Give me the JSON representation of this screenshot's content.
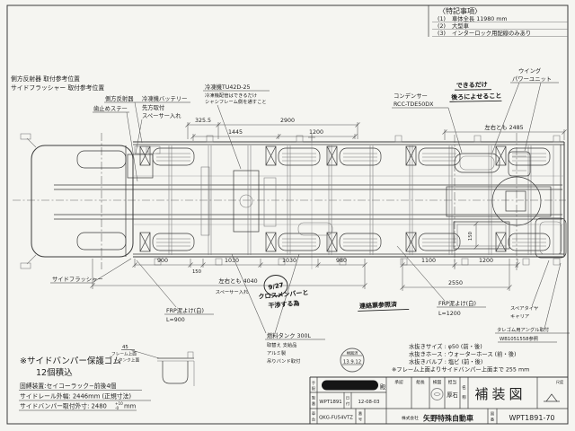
{
  "colors": {
    "paper": "#f5f5f1",
    "ink": "#3a3a3a"
  },
  "notes": {
    "title": "〈特記事項〉",
    "items": [
      {
        "no": "(1)",
        "text": "車体全長 11980 mm"
      },
      {
        "no": "(2)",
        "text": "大型車"
      },
      {
        "no": "(3)",
        "text": "インターロック用配線のみあり"
      }
    ]
  },
  "dims": {
    "d325": "325.5",
    "d2900": "2900",
    "d1445": "1445",
    "d1200t": "1200",
    "d2485": "左右とも 2485",
    "d900": "900",
    "d150": "150",
    "d1030a": "1030",
    "d1030b": "1030",
    "d980": "980",
    "d1100": "1100",
    "d1200b": "1200",
    "d4040": "左右とも 4040",
    "d4040sub": "スペーサー入れ",
    "d2550": "2550",
    "d150v": "150"
  },
  "callouts": {
    "refl_ref1": "側方反射器 取付参考位置",
    "refl_ref2": "サイドフラッシャー 取付参考位置",
    "reflector": "側方反射器",
    "chock": "歯止めステー",
    "bat1": "冷凍機バッテリー",
    "bat2": "先方取付",
    "bat3": "スペーサー入れ",
    "reefer1": "冷凍機TU42D-25",
    "reefer2": "冷凍機配管はできるだけ",
    "reefer3": "シャシフレーム側を通すこと",
    "cond1": "コンデンサー",
    "cond2": "RCC-TDE50DX",
    "wing1": "ウイング",
    "wing2": "パワーユニット",
    "flasher": "サイドフラッシャー",
    "frp_f1": "FRP泥よけ(白)",
    "frp_f2": "L=900",
    "fuel1": "燃料タンク 300L",
    "fuel2": "取替え 支給品",
    "fuel3": "アルミ製",
    "fuel4": "吊りバンド取付",
    "frp_r1": "FRP泥よけ(白)",
    "frp_r2": "L=1200",
    "spare1": "スペアタイヤ",
    "spare2": "キャリア",
    "angle1": "タレゴム用アングル取付",
    "angle2": "WB1051558参照"
  },
  "hand": {
    "date": "9/27",
    "rear1": "できるだけ",
    "rear2": "後ろによせること",
    "cross1": "クロスメンバーと",
    "cross2": "干渉する為",
    "note": "連絡票参照済"
  },
  "stamp": {
    "top": "検図済",
    "date": "13.9.12"
  },
  "drain": [
    "水抜きサイズ : φ50 (前・後)",
    "水抜きホース : ウォーターホース (前・後)",
    "水抜きバルブ : 塩ビ (前・後)",
    "※フレーム上面よりサイドバンパー上面まで 255 mm"
  ],
  "bottom_left": {
    "big1": "※サイドバンパー保護ゴム",
    "big2": "12個積込",
    "row1": "固縛装置:セイコーラック−前後4個",
    "row2": "サイドレール外幅: 2446mm (正規寸法)",
    "row3": "サイドバンパー取付外寸: 2480",
    "tol_up": "+10",
    "tol_dn": "-0",
    "unit": "mm",
    "d45": "45",
    "frame_top": "フレーム上面",
    "tank_top": "〜タンク上面"
  },
  "title_block": {
    "to_label": "手配",
    "to_suffix": "殿",
    "no_label": "製番",
    "product_no": "WPT1891",
    "date_label": "日付",
    "date": "12-08-03",
    "chassis_label": "車台",
    "chassis": "QKG-FU54VTZ",
    "num_label": "番号",
    "h_approve": "承認",
    "h_leader": "組長",
    "h_check": "検図",
    "h_charge": "担当",
    "checker": "厚石",
    "name_label": "名称",
    "title": "補装図",
    "scale_label": "尺度",
    "company_prefix": "株式会社",
    "company": "矢野特殊自動車",
    "dwg_label": "図番",
    "dwg_no": "WPT1891-70"
  }
}
